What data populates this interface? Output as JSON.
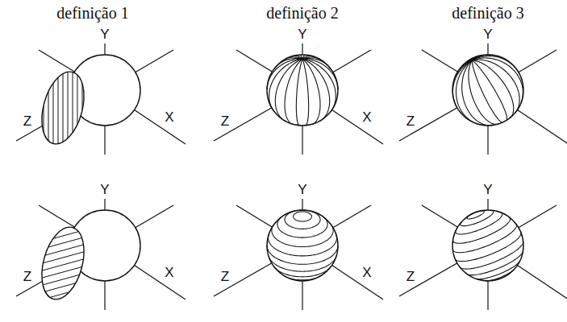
{
  "diagram": {
    "labels": [
      "definição 1",
      "definição 2",
      "definição 3",
      "Y",
      "Z",
      "X",
      "Y",
      "Z",
      "X",
      "Y",
      "Z",
      "Y",
      "Z",
      "X",
      "Y",
      "Z",
      "X",
      "Y",
      "Z"
    ]
  }
}
